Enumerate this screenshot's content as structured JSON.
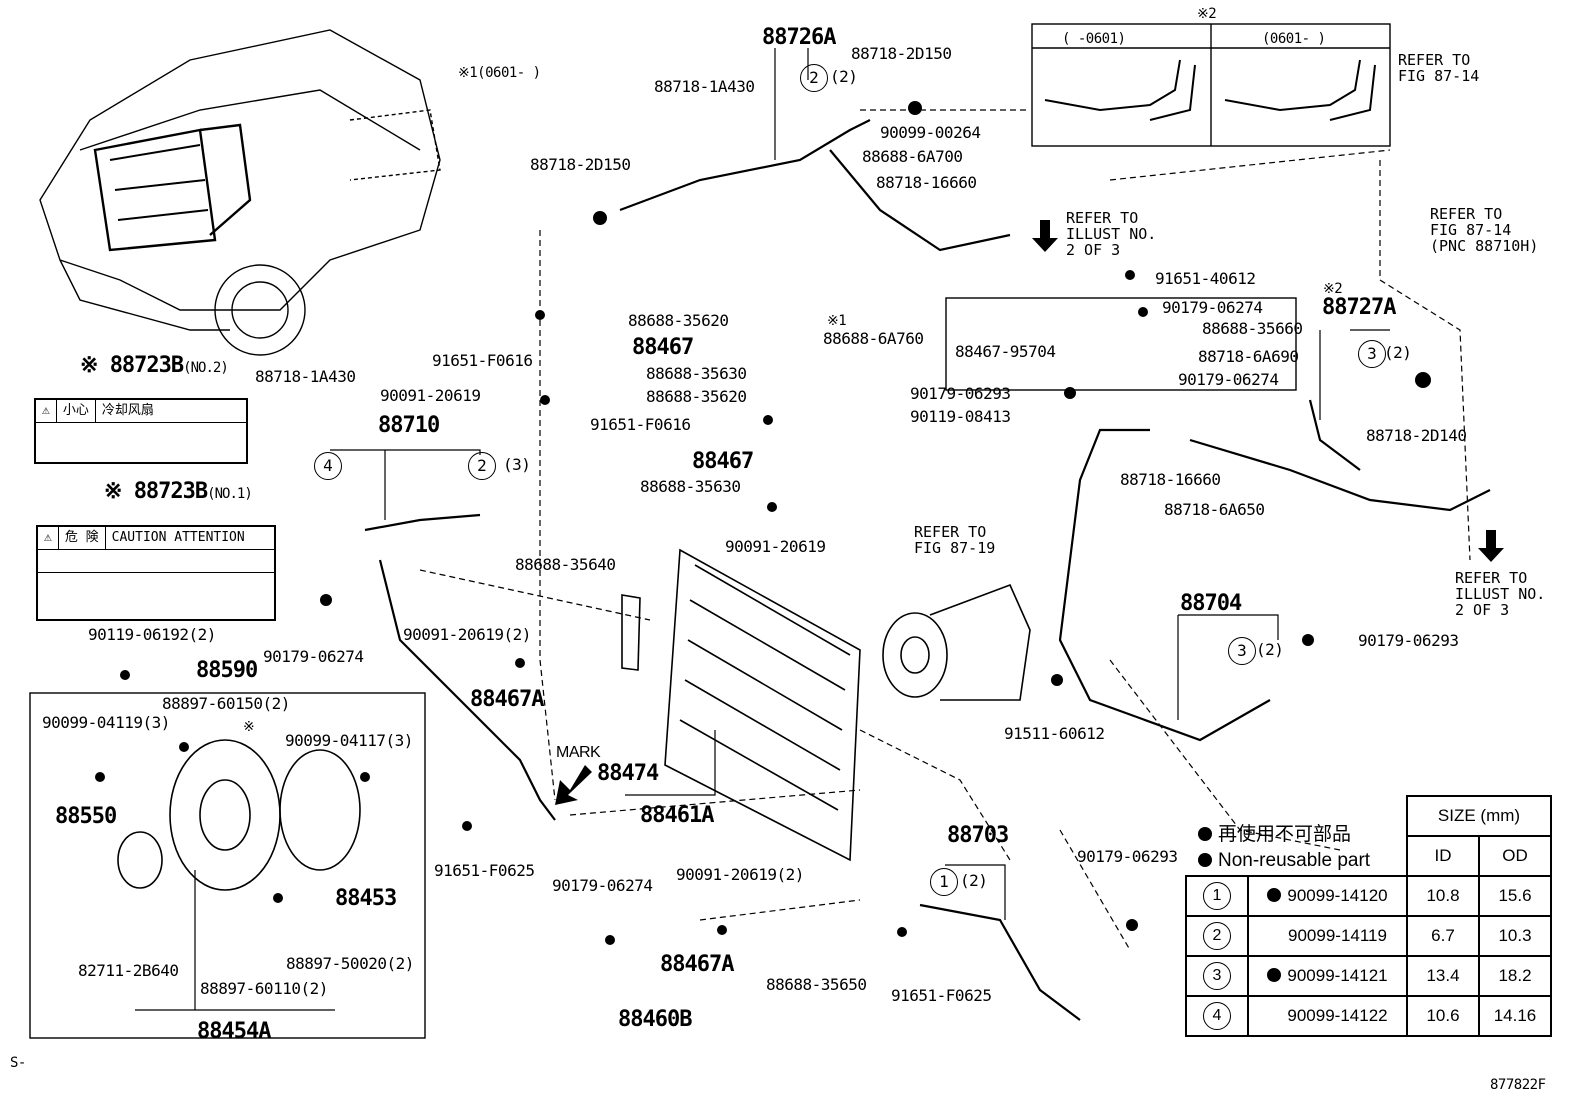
{
  "drawing_id": "877822F",
  "footer_left": "S-",
  "markers": {
    "m1_range": "※1(0601-     )",
    "m2_top": "※2",
    "m2_right": "※2",
    "m1_label": "※1",
    "note_mark": "※",
    "range_left": "(     -0601)",
    "range_right": "(0601-     )"
  },
  "labels": {
    "p88726A": "88726A",
    "p88718_1A430_top": "88718-1A430",
    "p88718_2D150_top": "88718-2D150",
    "p88718_2D150_left": "88718-2D150",
    "p2_qty": "(2)",
    "p90099_00264": "90099-00264",
    "p88688_6A700": "88688-6A700",
    "p88718_16660_top": "88718-16660",
    "p91651_F0616_a": "91651-F0616",
    "p88688_35620_a": "88688-35620",
    "p88467_a": "88467",
    "p88688_35630_a": "88688-35630",
    "p90091_20619_a": "90091-20619",
    "p88688_35620_b": "88688-35620",
    "p91651_F0616_b": "91651-F0616",
    "p88467_b": "88467",
    "p88688_35630_b": "88688-35630",
    "p90091_20619_b": "90091-20619",
    "p88718_1A430_left": "88718-1A430",
    "p88710": "88710",
    "p2_3": "(3)",
    "p88723B_2": "88723B",
    "p88723B_2_sub": "(NO.2)",
    "p88723B_1": "88723B",
    "p88723B_1_sub": "(NO.1)",
    "p90119_06192": "90119-06192(2)",
    "p88590": "88590",
    "p90179_06274_left": "90179-06274",
    "p88688_35640": "88688-35640",
    "p90091_20619_2": "90091-20619(2)",
    "p88467A_a": "88467A",
    "p88474": "88474",
    "p88461A": "88461A",
    "mark": "MARK",
    "p88897_60150": "88897-60150(2)",
    "p90099_04119": "90099-04119(3)",
    "p90099_04117": "90099-04117(3)",
    "p88550": "88550",
    "p88453": "88453",
    "p82711_2B640": "82711-2B640",
    "p88897_50020": "88897-50020(2)",
    "p88897_60110": "88897-60110(2)",
    "p88454A": "88454A",
    "p91651_F0625_a": "91651-F0625",
    "p90179_06274_bot": "90179-06274",
    "p90091_20619_2b": "90091-20619(2)",
    "p88467A_b": "88467A",
    "p88688_35650": "88688-35650",
    "p88460B": "88460B",
    "p91651_40612": "91651-40612",
    "p90179_06274_r1": "90179-06274",
    "p88688_35660": "88688-35660",
    "p88688_6A760": "88688-6A760",
    "p88467_95704": "88467-95704",
    "p88718_6A690": "88718-6A690",
    "p90179_06274_r2": "90179-06274",
    "p90179_06293_a": "90179-06293",
    "p90119_08413": "90119-08413",
    "p88727A": "88727A",
    "p88718_2D140": "88718-2D140",
    "p88718_16660_r": "88718-16660",
    "p88718_6A650": "88718-6A650",
    "p88704": "88704",
    "p90179_06293_b": "90179-06293",
    "p91511_60612": "91511-60612",
    "p88703": "88703",
    "p91651_F0625_b": "91651-F0625",
    "p90179_06293_c": "90179-06293",
    "p1_2": "(2)",
    "p3_2a": "(2)",
    "p3_2b": "(2)"
  },
  "refs": {
    "r87_14_top": "REFER TO\nFIG 87-14",
    "r87_14_bot": "REFER TO\nFIG 87-14\n(PNC 88710H)",
    "illust_top": "REFER TO\nILLUST NO.\n2 OF 3",
    "illust_right": "REFER TO\nILLUST NO.\n2 OF 3",
    "fig87_19": "REFER TO\nFIG 87-19"
  },
  "warning_no2": {
    "title": "小心",
    "text": "冷却风扇"
  },
  "warning_no1": {
    "title": "危 険",
    "text": "CAUTION  ATTENTION"
  },
  "circled": {
    "c1": "1",
    "c2": "2",
    "c3": "3",
    "c4": "4"
  },
  "legend": {
    "line1": "再使用不可部品",
    "line2": "Non-reusable part"
  },
  "size_table": {
    "header": "SIZE (mm)",
    "col_id": "ID",
    "col_od": "OD",
    "rows": [
      {
        "no": "1",
        "part": "90099-14120",
        "nonreusable": true,
        "id": "10.8",
        "od": "15.6"
      },
      {
        "no": "2",
        "part": "90099-14119",
        "nonreusable": false,
        "id": "6.7",
        "od": "10.3"
      },
      {
        "no": "3",
        "part": "90099-14121",
        "nonreusable": true,
        "id": "13.4",
        "od": "18.2"
      },
      {
        "no": "4",
        "part": "90099-14122",
        "nonreusable": false,
        "id": "10.6",
        "od": "14.16"
      }
    ]
  }
}
